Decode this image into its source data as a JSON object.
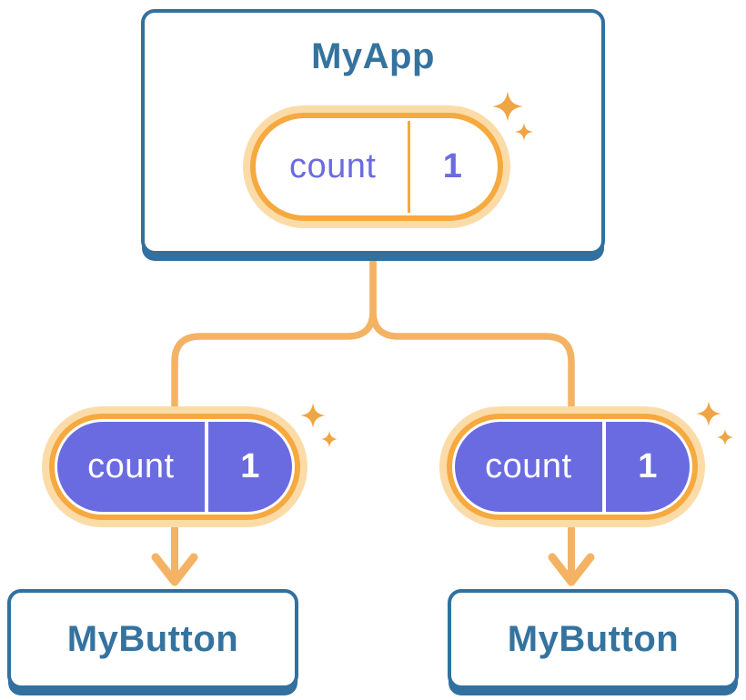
{
  "tree": {
    "root": {
      "label": "MyApp",
      "state_pill": {
        "key": "count",
        "value": "1"
      }
    },
    "left_branch": {
      "prop_pill": {
        "key": "count",
        "value": "1"
      },
      "child": {
        "label": "MyButton"
      }
    },
    "right_branch": {
      "prop_pill": {
        "key": "count",
        "value": "1"
      },
      "child": {
        "label": "MyButton"
      }
    }
  },
  "colors": {
    "card_border": "#31709F",
    "node_text": "#35739F",
    "connector": "#F4B364",
    "pill_ring": "#F6A93F",
    "pill_halo": "#FBDCA8",
    "state_fill": "#6B6BE1",
    "prop_text": "#6B6BE1",
    "state_text": "#FFFFFF",
    "sparkle": "#F0A544",
    "bg": "#FFFFFF"
  }
}
